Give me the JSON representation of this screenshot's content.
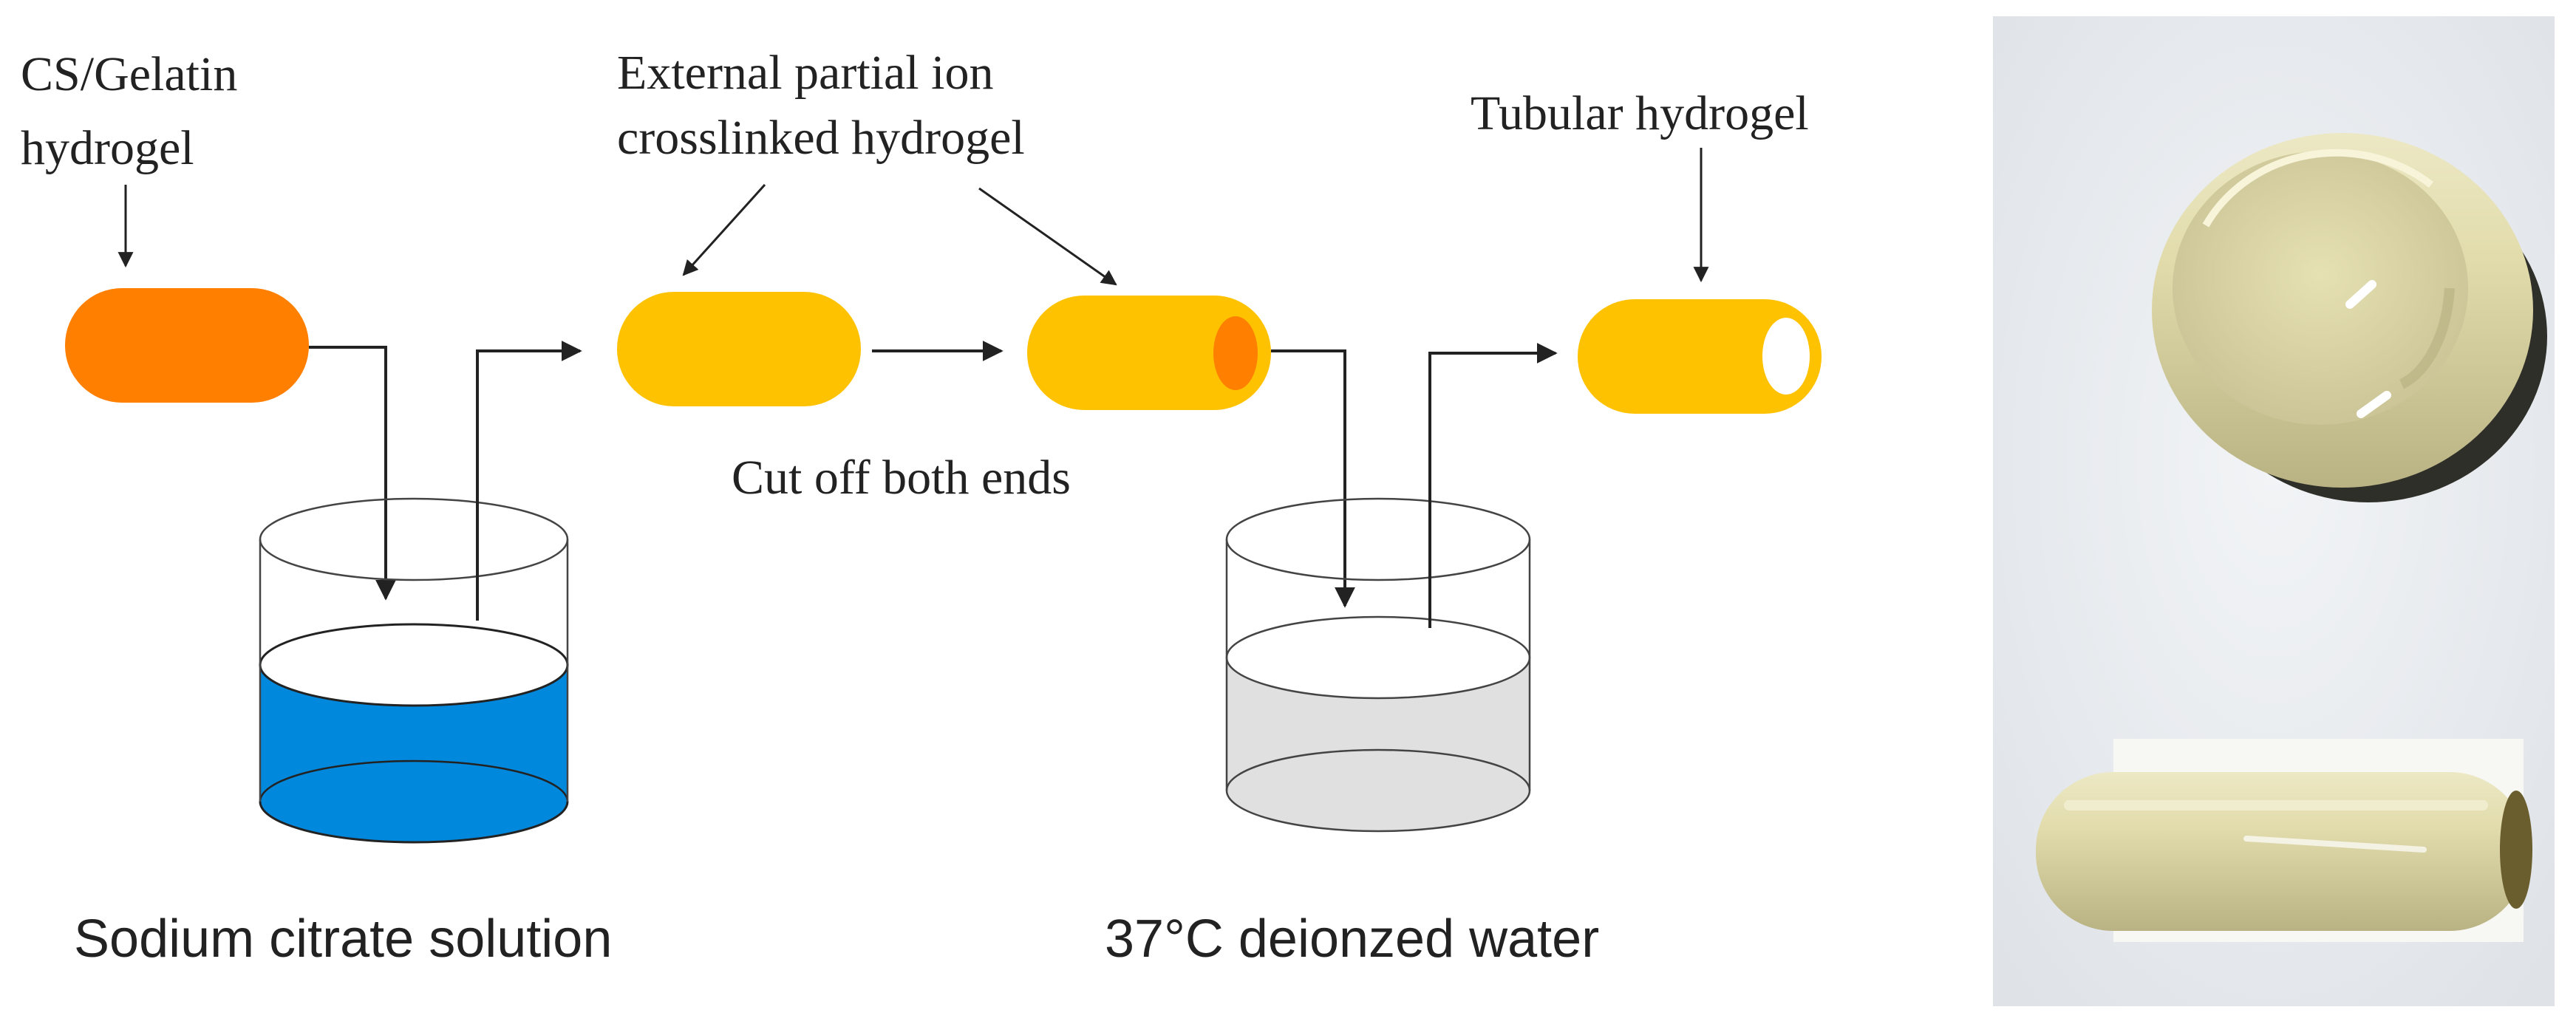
{
  "labels": {
    "cs_gelatin_line1": "CS/Gelatin",
    "cs_gelatin_line2": "hydrogel",
    "external_line1": "External partial ion",
    "external_line2": "crosslinked hydrogel",
    "tubular": "Tubular hydrogel",
    "cut_off": "Cut off  both ends",
    "sodium_citrate": "Sodium citrate solution",
    "deionized_water": "37°C deionzed water"
  },
  "colors": {
    "cs_gelatin_rod": "#ff7f00",
    "crosslinked_rod": "#ffc200",
    "core_exposed": "#ff7f00",
    "tube_lumen": "#ffffff",
    "citrate_liquid": "#0088dd",
    "water_liquid": "#e0e0e0",
    "line": "#222222",
    "photo_background": "#e8ebef",
    "photo_tube": "#ddd9ad"
  }
}
